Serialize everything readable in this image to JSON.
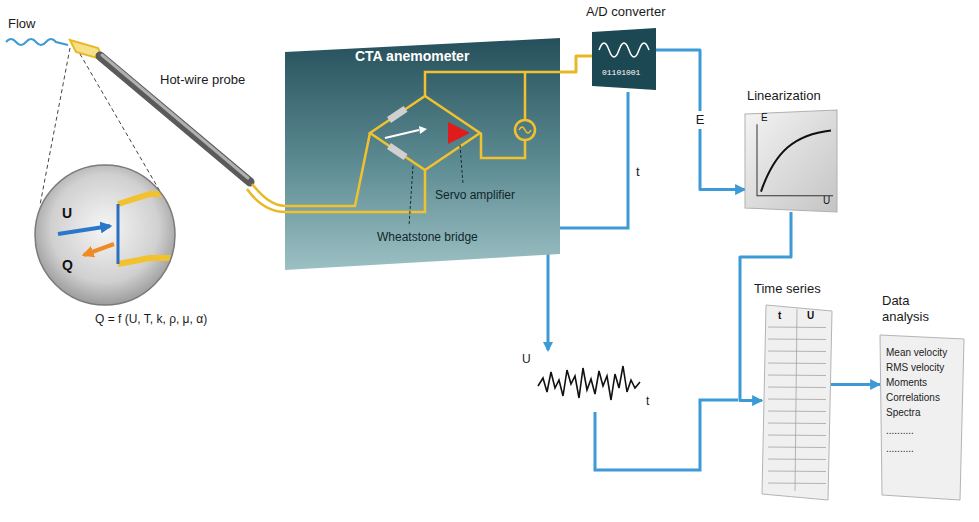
{
  "diagram": {
    "nodes": [
      {
        "text": [
          "CTA anemometer",
          "Servo amplifier",
          "Wheatstone bridge"
        ]
      },
      {
        "text": [
          "A/D converter",
          "01101001"
        ]
      },
      {
        "text": [
          "Linearization",
          "E",
          "U"
        ]
      },
      {
        "text": [
          "Time series",
          "t",
          "U"
        ]
      },
      {
        "text": [
          "Data analysis",
          "Mean velocity",
          "RMS velocity",
          "Moments",
          "Correlations",
          "Spectra",
          "..........",
          ".........."
        ]
      }
    ],
    "edges": [
      {
        "from": 0,
        "to": 1,
        "arrow": "none"
      },
      {
        "from": 1,
        "to": 2,
        "arrow": "to",
        "label": "E"
      },
      {
        "from": 2,
        "to": 3,
        "arrow": "to"
      },
      {
        "from": 3,
        "to": 4,
        "arrow": "to"
      }
    ],
    "labels": [
      "Flow",
      "Hot-wire probe",
      "U",
      "Q",
      "Q = f (U, T, k, ρ, μ, α)",
      "t",
      "U",
      "t"
    ]
  }
}
